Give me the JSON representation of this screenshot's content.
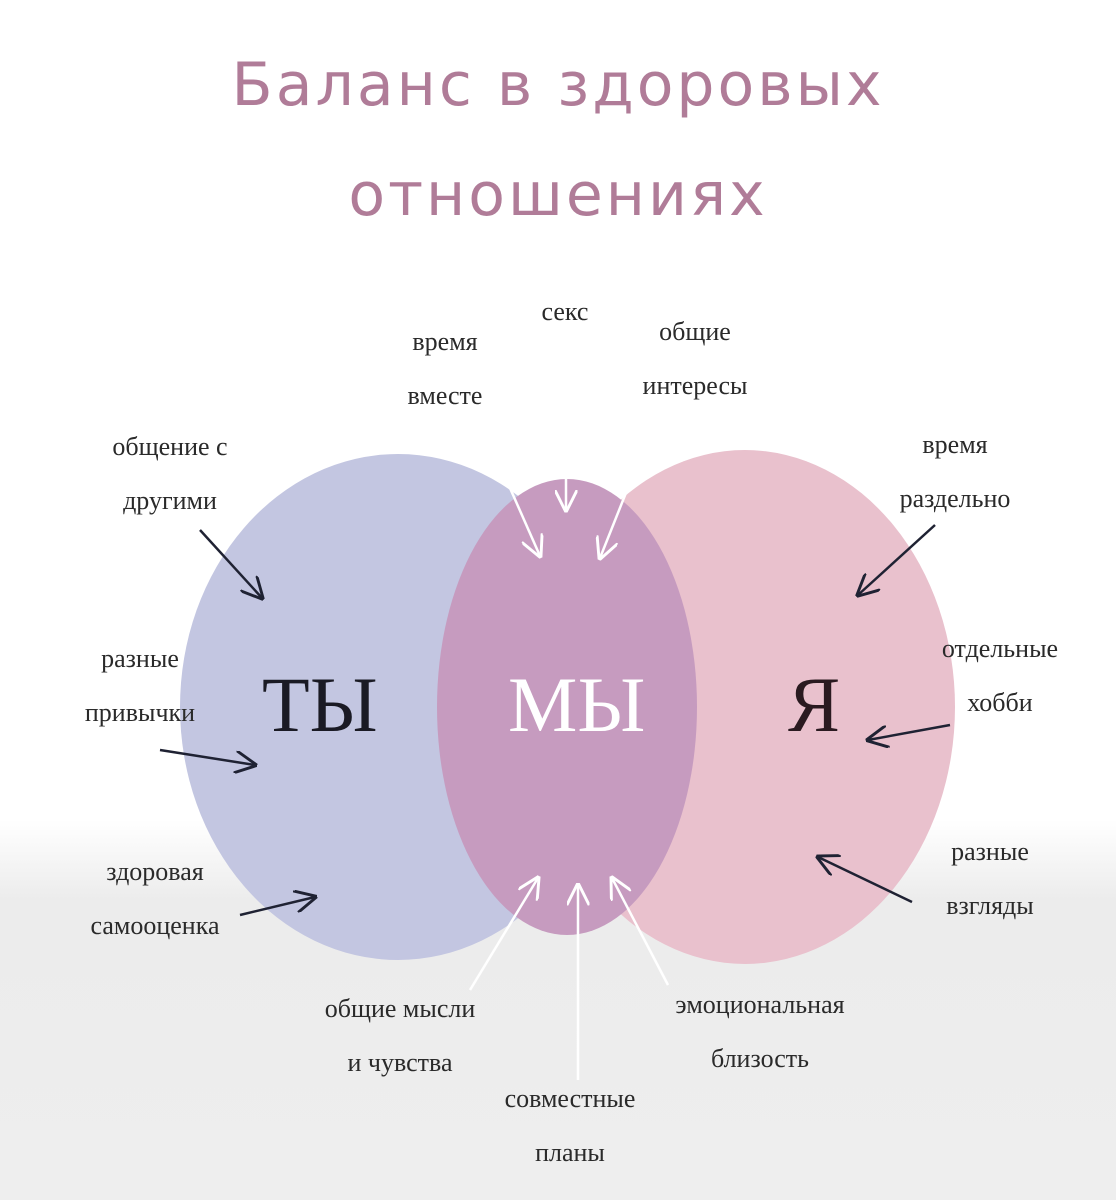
{
  "title": {
    "line1": "Баланс в здоровых",
    "line2": "отношениях"
  },
  "circles": {
    "left": {
      "label": "ТЫ",
      "color": "#c3c6e1"
    },
    "right": {
      "label": "Я",
      "color": "#e9c1cd"
    },
    "center": {
      "label": "МЫ",
      "color": "#c69bbf"
    }
  },
  "labels": {
    "time_together": "время\nвместе",
    "sex": "секс",
    "common_interests": "общие\nинтересы",
    "communication": "общение с\nдругими",
    "different_habits": "разные\nпривычки",
    "self_esteem": "здоровая\nсамооценка",
    "time_apart": "время\nраздельно",
    "separate_hobbies": "отдельные\nхобби",
    "different_views": "разные\nвзгляды",
    "shared_thoughts": "общие мысли\nи чувства",
    "joint_plans": "совместные\nпланы",
    "emotional_closeness": "эмоциональная\nблизость"
  }
}
